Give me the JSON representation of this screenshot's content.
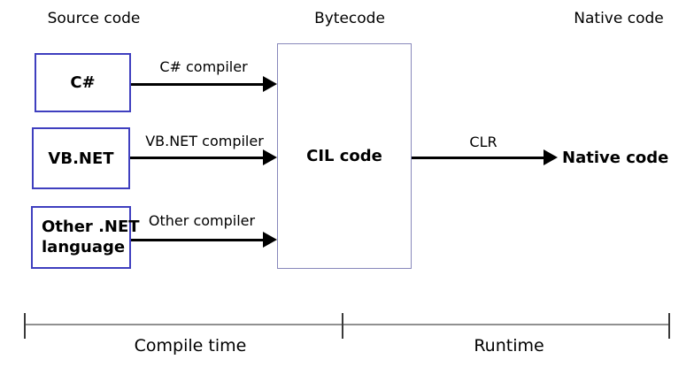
{
  "diagram": {
    "stage_labels": [
      {
        "text": "Source code"
      },
      {
        "text": "Bytecode"
      },
      {
        "text": "Native code"
      }
    ],
    "source_boxes": [
      {
        "label": "C#"
      },
      {
        "label": "VB.NET"
      },
      {
        "label": "Other .NET\nlanguage"
      }
    ],
    "cil_box": {
      "label": "CIL code"
    },
    "arrows": [
      {
        "label": "C# compiler"
      },
      {
        "label": "VB.NET compiler"
      },
      {
        "label": "Other compiler"
      },
      {
        "label": "CLR"
      }
    ],
    "native_output": {
      "label": "Native code"
    },
    "timeline": {
      "phases": [
        {
          "label": "Compile time"
        },
        {
          "label": "Runtime"
        }
      ]
    },
    "colors": {
      "source_box_border": "#3f3fbf",
      "cil_box_border": "#8888bb",
      "arrow": "#000000",
      "timeline_line": "#909090",
      "text": "#000000"
    }
  }
}
